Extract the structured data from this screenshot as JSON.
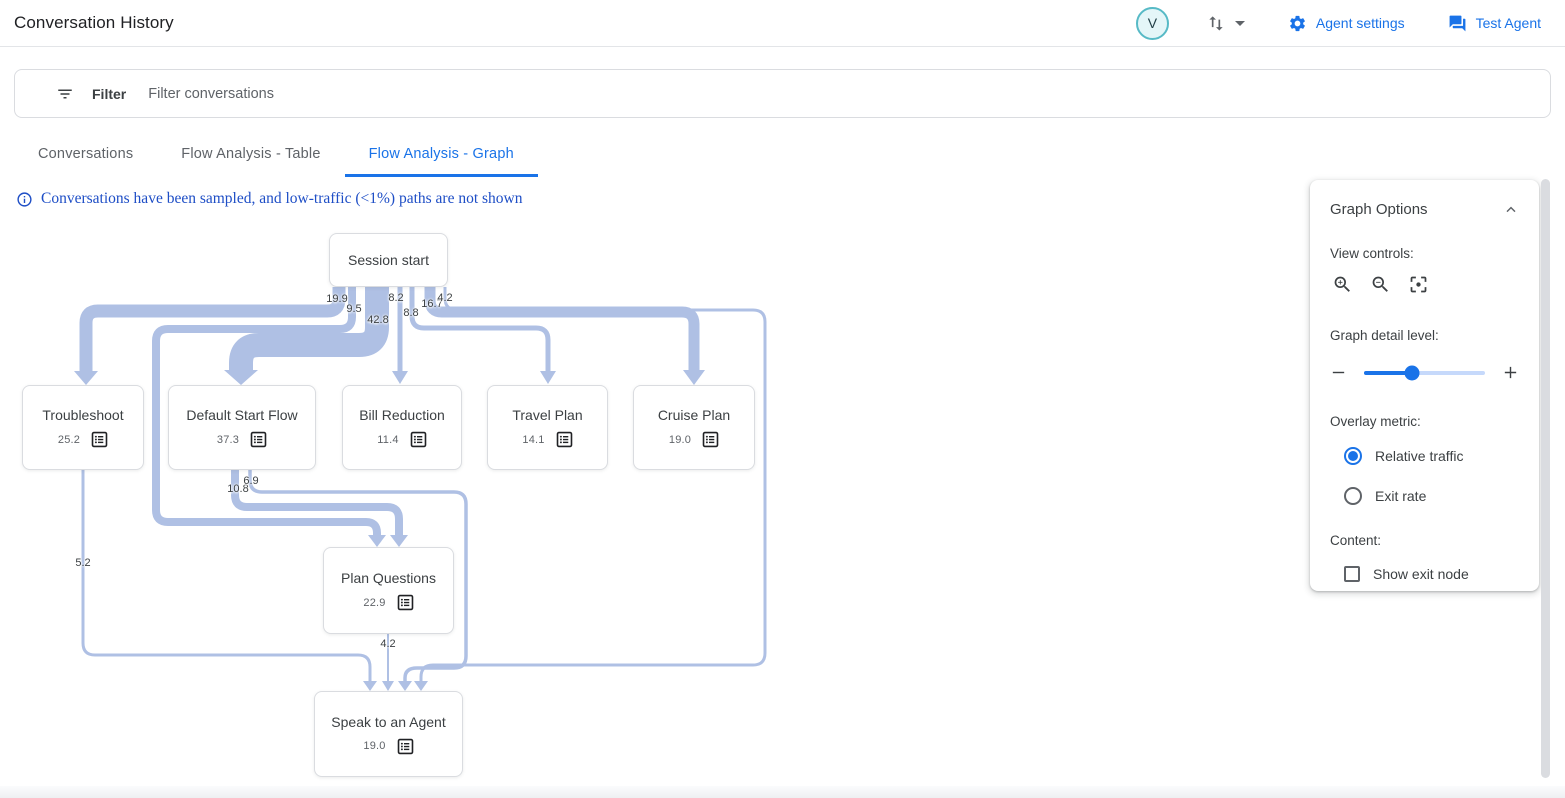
{
  "header": {
    "title": "Conversation History",
    "avatar_letter": "V",
    "agent_settings_label": "Agent settings",
    "test_agent_label": "Test Agent"
  },
  "filter_bar": {
    "label": "Filter",
    "placeholder": "Filter conversations"
  },
  "tabs": [
    {
      "label": "Conversations",
      "active": false
    },
    {
      "label": "Flow Analysis - Table",
      "active": false
    },
    {
      "label": "Flow Analysis - Graph",
      "active": true
    }
  ],
  "notice": {
    "text": "Conversations have been sampled, and low-traffic (<1%) paths are not shown"
  },
  "graph": {
    "nodes": [
      {
        "id": "session-start",
        "title": "Session start",
        "value": null
      },
      {
        "id": "troubleshoot",
        "title": "Troubleshoot",
        "value": "25.2"
      },
      {
        "id": "default-start-flow",
        "title": "Default Start Flow",
        "value": "37.3"
      },
      {
        "id": "bill-reduction",
        "title": "Bill Reduction",
        "value": "11.4"
      },
      {
        "id": "travel-plan",
        "title": "Travel Plan",
        "value": "14.1"
      },
      {
        "id": "cruise-plan",
        "title": "Cruise Plan",
        "value": "19.0"
      },
      {
        "id": "plan-questions",
        "title": "Plan Questions",
        "value": "22.9"
      },
      {
        "id": "speak-to-an-agent",
        "title": "Speak to an Agent",
        "value": "19.0"
      }
    ],
    "edges": [
      {
        "from": "Session start",
        "to": "Troubleshoot",
        "label": "19.9"
      },
      {
        "from": "Session start",
        "to": "Plan Questions",
        "label": "9.5"
      },
      {
        "from": "Session start",
        "to": "Default Start Flow",
        "label": "42.8"
      },
      {
        "from": "Session start",
        "to": "Bill Reduction",
        "label": "8.2"
      },
      {
        "from": "Session start",
        "to": "Travel Plan",
        "label": "8.8"
      },
      {
        "from": "Session start",
        "to": "Cruise Plan",
        "label": "16.7"
      },
      {
        "from": "Session start",
        "to": "Speak to an Agent",
        "label": "4.2"
      },
      {
        "from": "Default Start Flow",
        "to": "Plan Questions",
        "label": "10.8"
      },
      {
        "from": "Default Start Flow",
        "to": "Speak to an Agent",
        "label": "6.9"
      },
      {
        "from": "Troubleshoot",
        "to": "Speak to an Agent",
        "label": "5.2"
      },
      {
        "from": "Plan Questions",
        "to": "Speak to an Agent",
        "label": "4.2"
      }
    ]
  },
  "graph_options": {
    "title": "Graph Options",
    "view_controls_label": "View controls:",
    "detail_label": "Graph detail level:",
    "overlay_label": "Overlay metric:",
    "options": [
      {
        "label": "Relative traffic",
        "selected": true
      },
      {
        "label": "Exit rate",
        "selected": false
      }
    ],
    "content_label": "Content:",
    "checkbox_label": "Show exit node",
    "checkbox_checked": false,
    "slider_percent": 40
  },
  "icons": {
    "header": [
      "avatar",
      "sort-arrows",
      "caret-down",
      "gear",
      "chat"
    ],
    "filter": "filter-list",
    "notice": "info-outline",
    "node": "list-alt",
    "panel": [
      "zoom-in",
      "zoom-out",
      "center-focus",
      "chevron-up",
      "minus",
      "plus"
    ]
  },
  "colors": {
    "accent_blue": "#1a73e8",
    "edge_blue": "#afc0e4",
    "notice_blue": "#1e4ec6",
    "border_grey": "#dadce0"
  }
}
